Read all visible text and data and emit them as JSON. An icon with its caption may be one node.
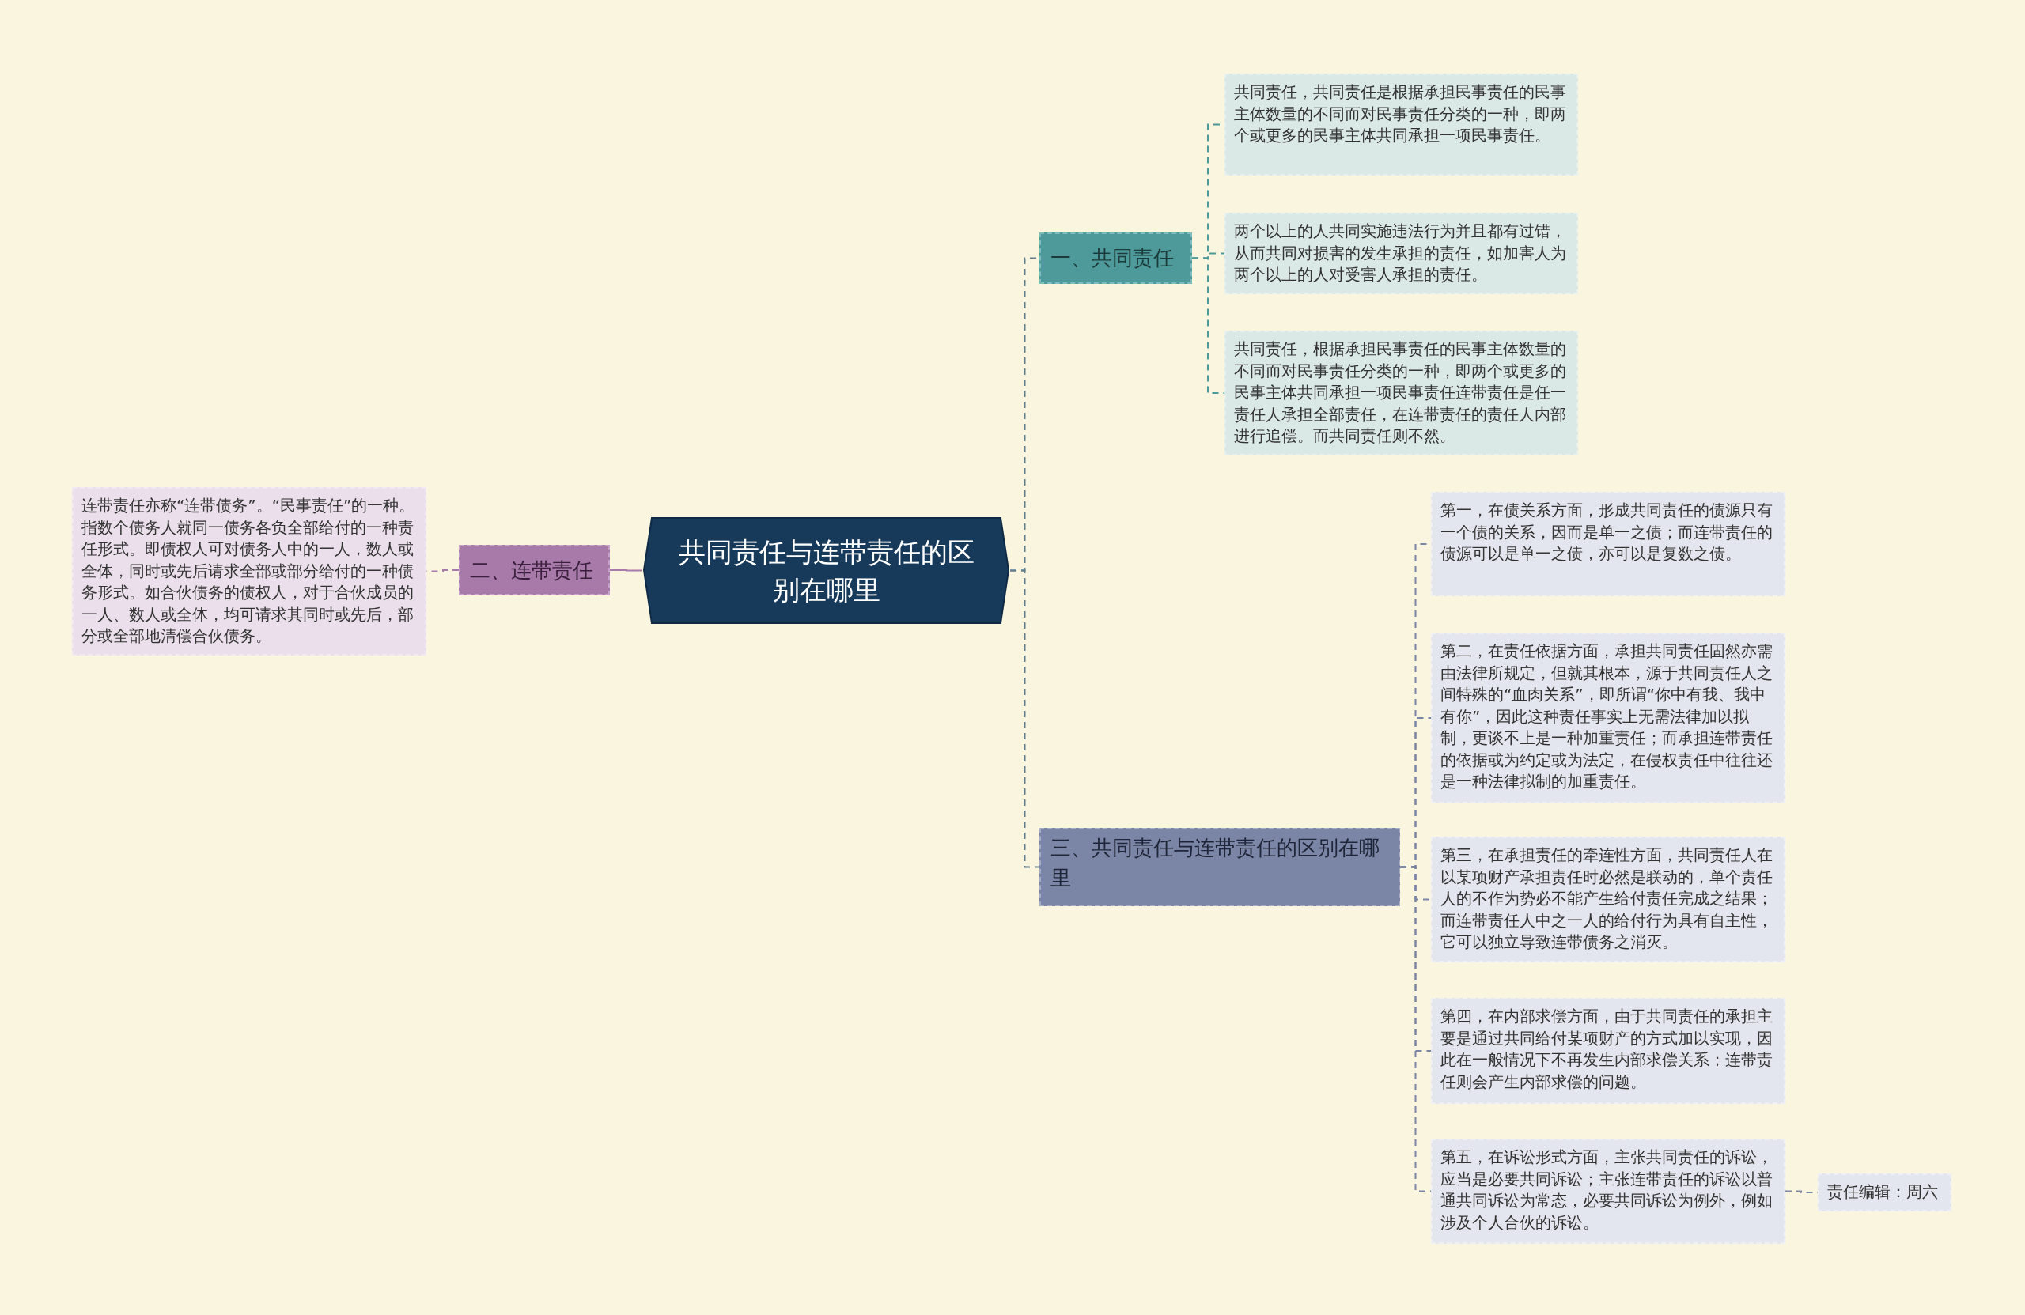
{
  "diagram": {
    "nodes": [
      {
        "text": [
          "共同责任与连带责任的区别在哪里"
        ]
      },
      {
        "text": [
          "一、共同责任"
        ]
      },
      {
        "text": [
          "共同责任，共同责任是根据承担民事责任的民事主体数量的不同而对民事责任分类的一种，即两个或更多的民事主体共同承担一项民事责任。"
        ]
      },
      {
        "text": [
          "两个以上的人共同实施违法行为并且都有过错，从而共同对损害的发生承担的责任，如加害人为两个以上的人对受害人承担的责任。"
        ]
      },
      {
        "text": [
          "共同责任，根据承担民事责任的民事主体数量的不同而对民事责任分类的一种，即两个或更多的民事主体共同承担一项民事责任连带责任是任一责任人承担全部责任，在连带责任的责任人内部进行追偿。而共同责任则不然。"
        ]
      },
      {
        "text": [
          "二、连带责任"
        ]
      },
      {
        "text": [
          "连带责任亦称“连带债务”。“民事责任”的一种。指数个债务人就同一债务各负全部给付的一种责任形式。即债权人可对债务人中的一人，数人或全体，同时或先后请求全部或部分给付的一种债务形式。如合伙债务的债权人，对于合伙成员的一人、数人或全体，均可请求其同时或先后，部分或全部地清偿合伙债务。"
        ]
      },
      {
        "text": [
          "三、共同责任与连带责任的区别在哪里"
        ]
      },
      {
        "text": [
          "第一，在债关系方面，形成共同责任的债源只有一个债的关系，因而是单一之债；而连带责任的债源可以是单一之债，亦可以是复数之债。"
        ]
      },
      {
        "text": [
          "第二，在责任依据方面，承担共同责任固然亦需由法律所规定，但就其根本，源于共同责任人之间特殊的“血肉关系”，即所谓“你中有我、我中有你”，因此这种责任事实上无需法律加以拟制，更谈不上是一种加重责任；而承担连带责任的依据或为约定或为法定，在侵权责任中往往还是一种法律拟制的加重责任。"
        ]
      },
      {
        "text": [
          "第三，在承担责任的牵连性方面，共同责任人在以某项财产承担责任时必然是联动的，单个责任人的不作为势必不能产生给付责任完成之结果；而连带责任人中之一人的给付行为具有自主性，它可以独立导致连带债务之消灭。"
        ]
      },
      {
        "text": [
          "第四，在内部求偿方面，由于共同责任的承担主要是通过共同给付某项财产的方式加以实现，因此在一般情况下不再发生内部求偿关系；连带责任则会产生内部求偿的问题。"
        ]
      },
      {
        "text": [
          "第五，在诉讼形式方面，主张共同责任的诉讼，应当是必要共同诉讼；主张连带责任的诉讼以普通共同诉讼为常态，必要共同诉讼为例外，例如涉及个人合伙的诉讼。"
        ]
      },
      {
        "text": [
          "责任编辑：周六"
        ]
      }
    ],
    "edges": [
      {
        "from": 0,
        "to": 1,
        "arrow": "none",
        "style": "dashed",
        "color": "#5f7f90"
      },
      {
        "from": 0,
        "to": 5,
        "arrow": "none",
        "color": "#a87aaa"
      },
      {
        "from": 0,
        "to": 7,
        "arrow": "none",
        "style": "dashed",
        "color": "#5f7f90"
      },
      {
        "from": 1,
        "to": 2,
        "arrow": "none",
        "style": "dashed",
        "color": "#4e9a9a"
      },
      {
        "from": 1,
        "to": 3,
        "arrow": "none",
        "style": "dashed",
        "color": "#4e9a9a"
      },
      {
        "from": 1,
        "to": 4,
        "arrow": "none",
        "style": "dashed",
        "color": "#4e9a9a"
      },
      {
        "from": 5,
        "to": 6,
        "arrow": "none",
        "style": "dashed",
        "color": "#a87aaa"
      },
      {
        "from": 7,
        "to": 8,
        "arrow": "none",
        "style": "dashed",
        "color": "#7b86a6"
      },
      {
        "from": 7,
        "to": 9,
        "arrow": "none",
        "style": "dashed",
        "color": "#7b86a6"
      },
      {
        "from": 7,
        "to": 10,
        "arrow": "none",
        "style": "dashed",
        "color": "#7b86a6"
      },
      {
        "from": 7,
        "to": 11,
        "arrow": "none",
        "style": "dashed",
        "color": "#7b86a6"
      },
      {
        "from": 7,
        "to": 12,
        "arrow": "none",
        "style": "dashed",
        "color": "#7b86a6"
      },
      {
        "from": 12,
        "to": 13,
        "arrow": "none",
        "style": "dashed",
        "color": "#7b86a6"
      }
    ]
  }
}
